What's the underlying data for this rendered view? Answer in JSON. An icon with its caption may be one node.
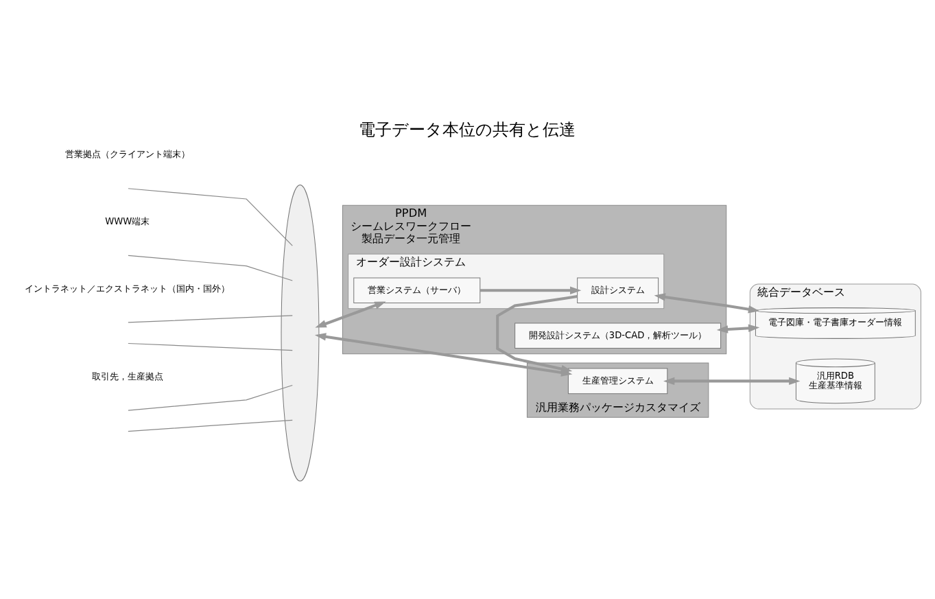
{
  "diagram": {
    "title": "電子データ本位の共有と伝達",
    "nodes": [
      {
        "text": [],
        "shape": "ellipse"
      },
      {
        "text": [
          "PPDM",
          "シームレスワークフロー",
          "製品データ一元管理"
        ]
      },
      {
        "text": [
          "オーダー設計システム"
        ],
        "in": 1
      },
      {
        "text": [
          "営業システム（サーバ）"
        ],
        "in": 2
      },
      {
        "text": [
          "設計システム"
        ],
        "in": 2
      },
      {
        "text": [
          "開発設計システム（3D-CAD，解析ツール）"
        ],
        "in": 1
      },
      {
        "text": [
          "汎用業務パッケージカスタマイズ"
        ]
      },
      {
        "text": [
          "生産管理システム"
        ],
        "in": 6
      },
      {
        "text": [
          "統合データベース"
        ]
      },
      {
        "text": [
          "電子図庫・電子書庫オーダー情報"
        ],
        "in": 8
      },
      {
        "text": [
          "汎用RDB",
          "生産基準情報"
        ],
        "in": 8
      }
    ],
    "edges": [
      {
        "from": 0,
        "to": 3,
        "arrow": "both"
      },
      {
        "from": 3,
        "to": 4,
        "arrow": "to"
      },
      {
        "from": 4,
        "to": 9,
        "arrow": "both"
      },
      {
        "from": 5,
        "to": 9,
        "arrow": "both"
      },
      {
        "from": 4,
        "to": 7,
        "arrow": "to"
      },
      {
        "from": 0,
        "to": 7,
        "arrow": "both"
      },
      {
        "from": 7,
        "to": 10,
        "arrow": "both"
      },
      {
        "from": null,
        "to": 0,
        "arrow": "none"
      },
      {
        "from": null,
        "to": 0,
        "arrow": "none"
      },
      {
        "from": null,
        "to": 0,
        "arrow": "none"
      },
      {
        "from": null,
        "to": 0,
        "arrow": "none"
      },
      {
        "from": null,
        "to": 0,
        "arrow": "none"
      },
      {
        "from": null,
        "to": 0,
        "arrow": "none"
      }
    ],
    "labels": [
      "営業拠点（クライアント端末）",
      "WWW端末",
      "イントラネット／エクストラネット（国内・国外）",
      "取引先，生産拠点"
    ]
  }
}
